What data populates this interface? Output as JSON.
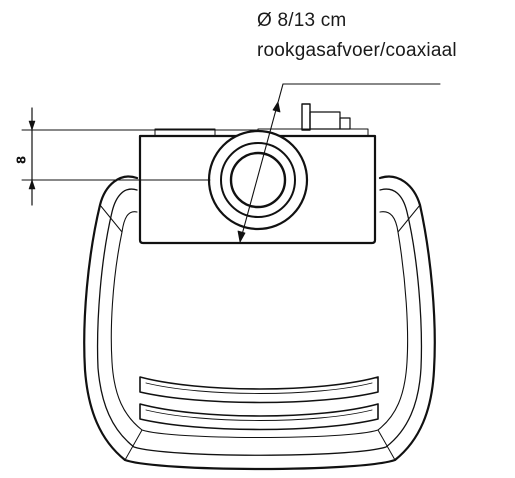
{
  "callout": {
    "diameter_label": "Ø 8/13 cm",
    "description": "rookgasafvoer/coaxiaal"
  },
  "dimension": {
    "label": "8"
  }
}
